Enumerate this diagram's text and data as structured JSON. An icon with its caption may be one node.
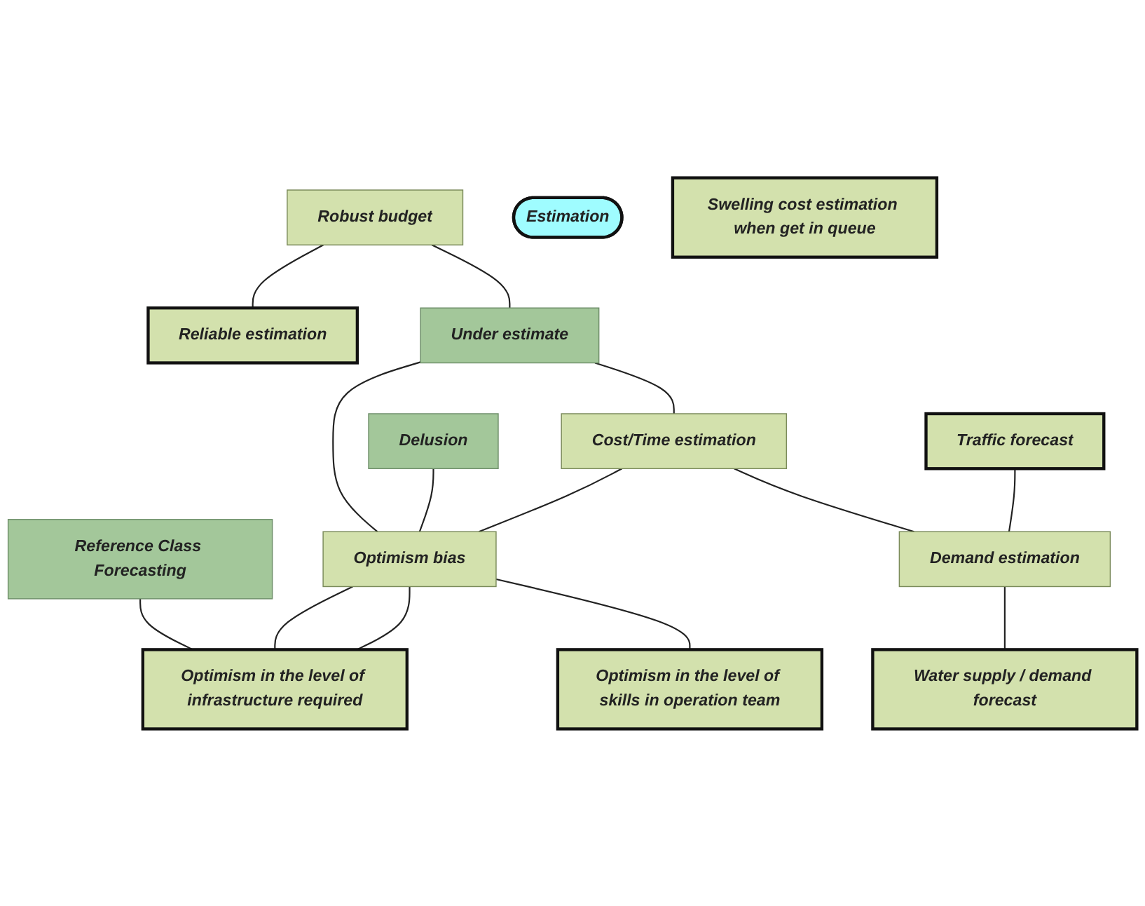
{
  "diagram": {
    "nodes": [
      {
        "text": [
          "Robust budget"
        ]
      },
      {
        "text": [
          "Reliable estimation"
        ]
      },
      {
        "text": [
          "Estimation"
        ]
      },
      {
        "text": [
          "Swelling cost estimation when get in queue"
        ]
      },
      {
        "text": [
          "Reference Class Forecasting"
        ]
      },
      {
        "text": [
          "Under estimate"
        ]
      },
      {
        "text": [
          "Delusion"
        ]
      },
      {
        "text": [
          "Optimism in the level of infrastructure required"
        ]
      },
      {
        "text": [
          "Cost/Time estimation"
        ]
      },
      {
        "text": [
          "Optimism bias"
        ]
      },
      {
        "text": [
          "Optimism in the level of skills in operation team"
        ]
      },
      {
        "text": [
          "Traffic forecast"
        ]
      },
      {
        "text": [
          "Demand estimation"
        ]
      },
      {
        "text": [
          "Water supply / demand forecast"
        ]
      }
    ],
    "edges": [
      {
        "from": 0,
        "to": 1,
        "arrow": "none"
      },
      {
        "from": 0,
        "to": 5,
        "arrow": "none"
      },
      {
        "from": 4,
        "to": 7,
        "arrow": "none"
      },
      {
        "from": 5,
        "to": 8,
        "arrow": "none"
      },
      {
        "from": 5,
        "to": 9,
        "arrow": "none"
      },
      {
        "from": 6,
        "to": 9,
        "arrow": "none"
      },
      {
        "from": 9,
        "to": 7,
        "arrow": "none"
      },
      {
        "from": 8,
        "to": 9,
        "arrow": "none"
      },
      {
        "from": 9,
        "to": 7,
        "arrow": "none"
      },
      {
        "from": 9,
        "to": 10,
        "arrow": "none"
      },
      {
        "from": 8,
        "to": 12,
        "arrow": "none"
      },
      {
        "from": 11,
        "to": 12,
        "arrow": "none"
      },
      {
        "from": 12,
        "to": 13,
        "arrow": "none"
      }
    ]
  }
}
